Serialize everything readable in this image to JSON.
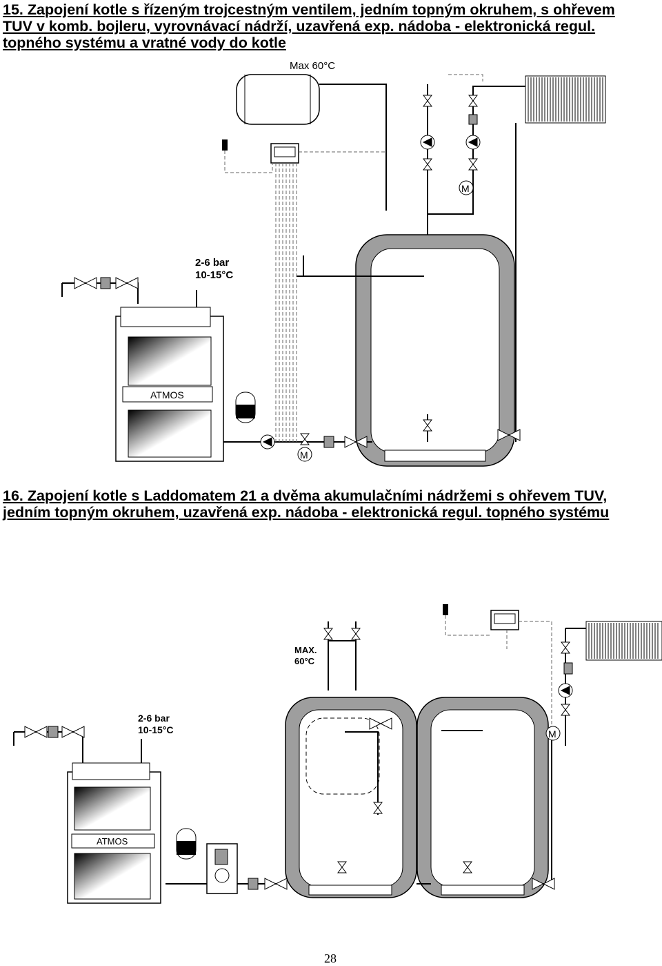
{
  "section15": {
    "heading_lines": [
      "15. Zapojení kotle s řízeným trojcestným ventilem, jedním topným okruhem, s ohřevem",
      "TUV v komb. bojleru, vyrovnávací nádrží, uzavřená exp. nádoba - elektronická regul.",
      "topného systému a vratné vody do kotle"
    ],
    "labels": {
      "max_temp": "Max 60°C",
      "pressure": "2-6 bar",
      "temperature": "10-15°C",
      "boiler_brand": "ATMOS"
    }
  },
  "section16": {
    "heading_lines": [
      "16. Zapojení kotle s Laddomatem 21 a dvěma akumulačními nádržemi s ohřevem TUV,",
      "jedním topným okruhem, uzavřená exp. nádoba - elektronická regul. topného systému"
    ],
    "labels": {
      "max_temp_line1": "MAX.",
      "max_temp_line2": "60°C",
      "pressure": "2-6 bar",
      "temperature": "10-15°C",
      "boiler_brand": "ATMOS"
    }
  },
  "page_number": "28",
  "colors": {
    "line": "#000000",
    "tank_fill": "#9e9e9e",
    "dashed": "#666666"
  }
}
